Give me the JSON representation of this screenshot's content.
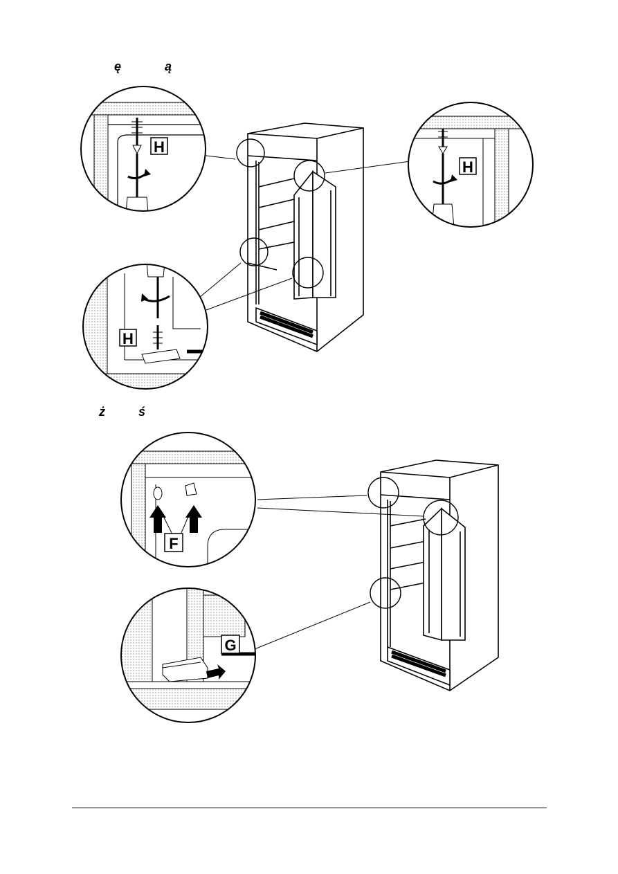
{
  "heading_fragments": {
    "top_left": "ę",
    "top_right": "ą",
    "mid_left": "ż",
    "mid_right": "ś"
  },
  "labels": {
    "h_top_left": "H",
    "h_top_right": "H",
    "h_bottom": "H",
    "f": "F",
    "g": "G"
  }
}
